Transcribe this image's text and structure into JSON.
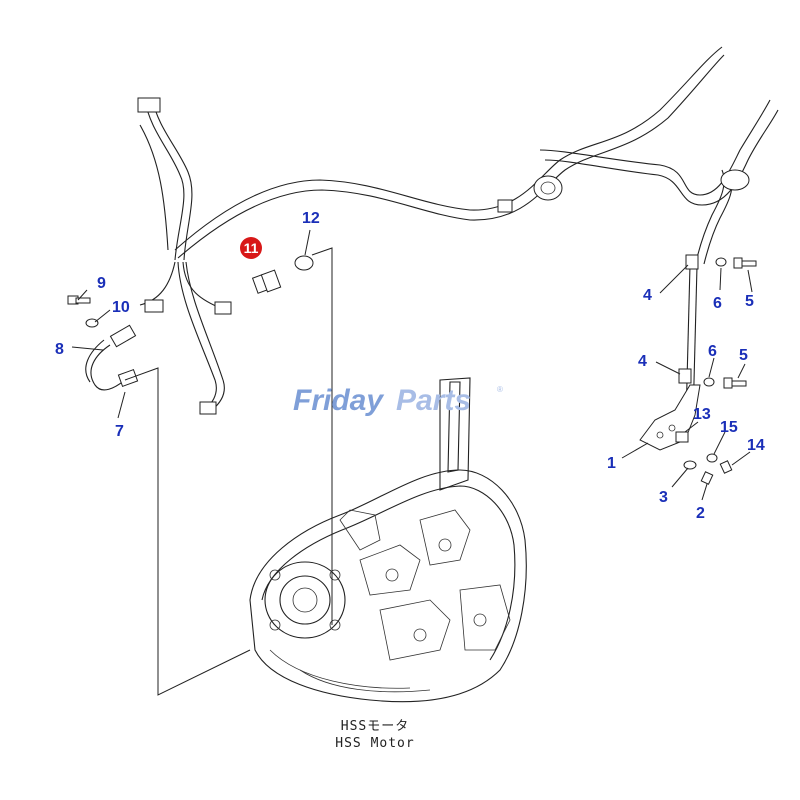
{
  "watermark": {
    "brand_a": "Friday",
    "brand_b": "Parts",
    "mark": "®",
    "color_a": "#7f9fd8",
    "color_b": "#a8bde6"
  },
  "caption": {
    "jp": "HSSモータ",
    "en": "HSS Motor"
  },
  "highlight_color": "#d81818",
  "callout_color": "#1a2fb8",
  "callouts": [
    {
      "id": "9",
      "text": "9"
    },
    {
      "id": "10",
      "text": "10"
    },
    {
      "id": "8",
      "text": "8"
    },
    {
      "id": "7",
      "text": "7"
    },
    {
      "id": "11",
      "text": "11",
      "highlighted": true
    },
    {
      "id": "12",
      "text": "12"
    },
    {
      "id": "4a",
      "text": "4"
    },
    {
      "id": "6a",
      "text": "6"
    },
    {
      "id": "5a",
      "text": "5"
    },
    {
      "id": "4b",
      "text": "4"
    },
    {
      "id": "6b",
      "text": "6"
    },
    {
      "id": "5b",
      "text": "5"
    },
    {
      "id": "13",
      "text": "13"
    },
    {
      "id": "15",
      "text": "15"
    },
    {
      "id": "14",
      "text": "14"
    },
    {
      "id": "1",
      "text": "1"
    },
    {
      "id": "3",
      "text": "3"
    },
    {
      "id": "2",
      "text": "2"
    }
  ]
}
